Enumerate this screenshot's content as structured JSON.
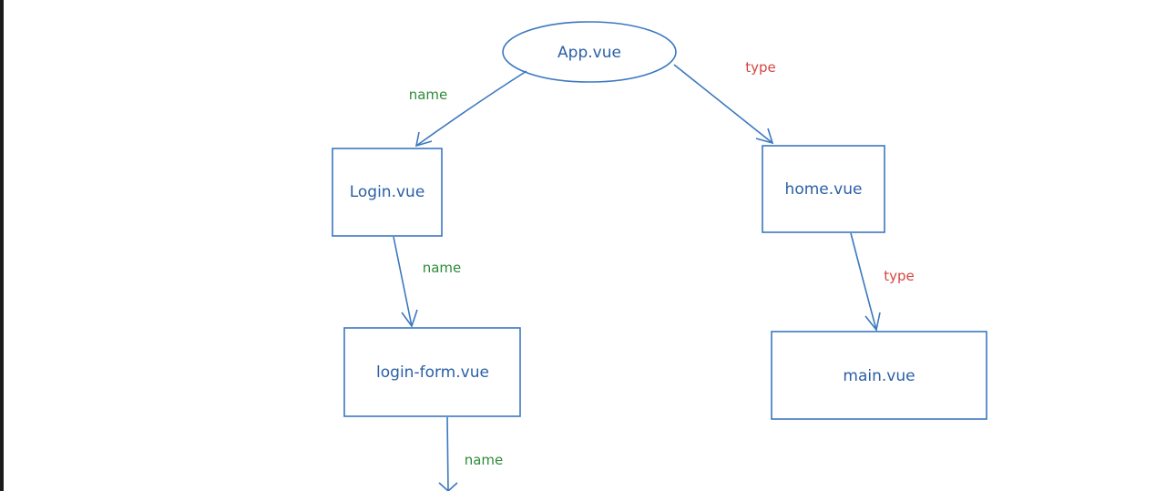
{
  "diagram": {
    "colors": {
      "stroke": "#3b78c0",
      "node_text": "#2a5fa6",
      "name_label": "#2e8b3a",
      "type_label": "#d64541"
    },
    "nodes": {
      "app": "App.vue",
      "login": "Login.vue",
      "home": "home.vue",
      "login_form": "login-form.vue",
      "main": "main.vue"
    },
    "edges": {
      "app_to_login": "name",
      "app_to_home": "type",
      "login_to_login_form": "name",
      "home_to_main": "type",
      "login_form_down": "name"
    }
  }
}
